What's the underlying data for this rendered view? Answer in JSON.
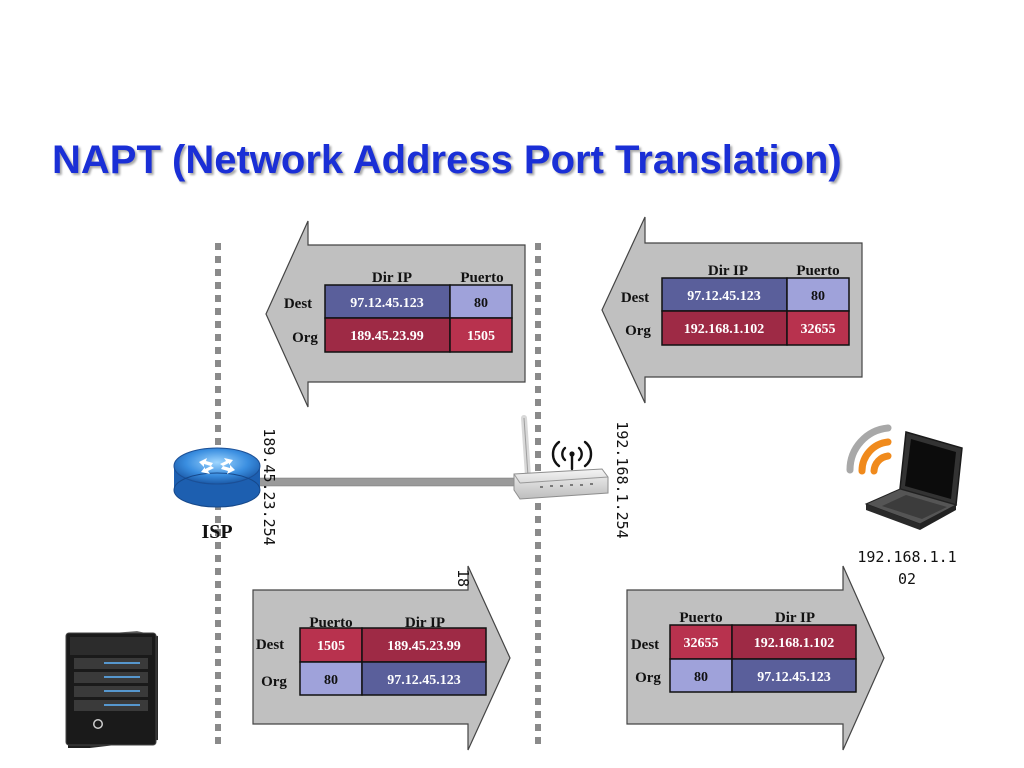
{
  "title": "NAPT (Network Address Port Translation)",
  "labels": {
    "dir_ip": "Dir IP",
    "puerto": "Puerto",
    "dest": "Dest",
    "org": "Org",
    "isp": "ISP"
  },
  "packet_top_left": {
    "dest_ip": "97.12.45.123",
    "dest_port": "80",
    "org_ip": "189.45.23.99",
    "org_port": "1505"
  },
  "packet_top_right": {
    "dest_ip": "97.12.45.123",
    "dest_port": "80",
    "org_ip": "192.168.1.102",
    "org_port": "32655"
  },
  "packet_bottom_left": {
    "dest_port": "1505",
    "dest_ip": "189.45.23.99",
    "org_port": "80",
    "org_ip": "97.12.45.123"
  },
  "packet_bottom_right": {
    "dest_port": "32655",
    "dest_ip": "192.168.1.102",
    "org_port": "80",
    "org_ip": "97.12.45.123"
  },
  "addresses": {
    "router_public_ip": "189.45.23.254",
    "router_private_ip": "192.168.1.254",
    "laptop_ip_line1": "192.168.1.1",
    "laptop_ip_line2": "02",
    "clipped_text": "18"
  },
  "colors": {
    "title": "#1a2fd6",
    "dest_cell": "#5a5f9b",
    "org_cell": "#9e2a45",
    "port_light": "#9fa2da",
    "arrow_fill": "#c0c0c0"
  }
}
